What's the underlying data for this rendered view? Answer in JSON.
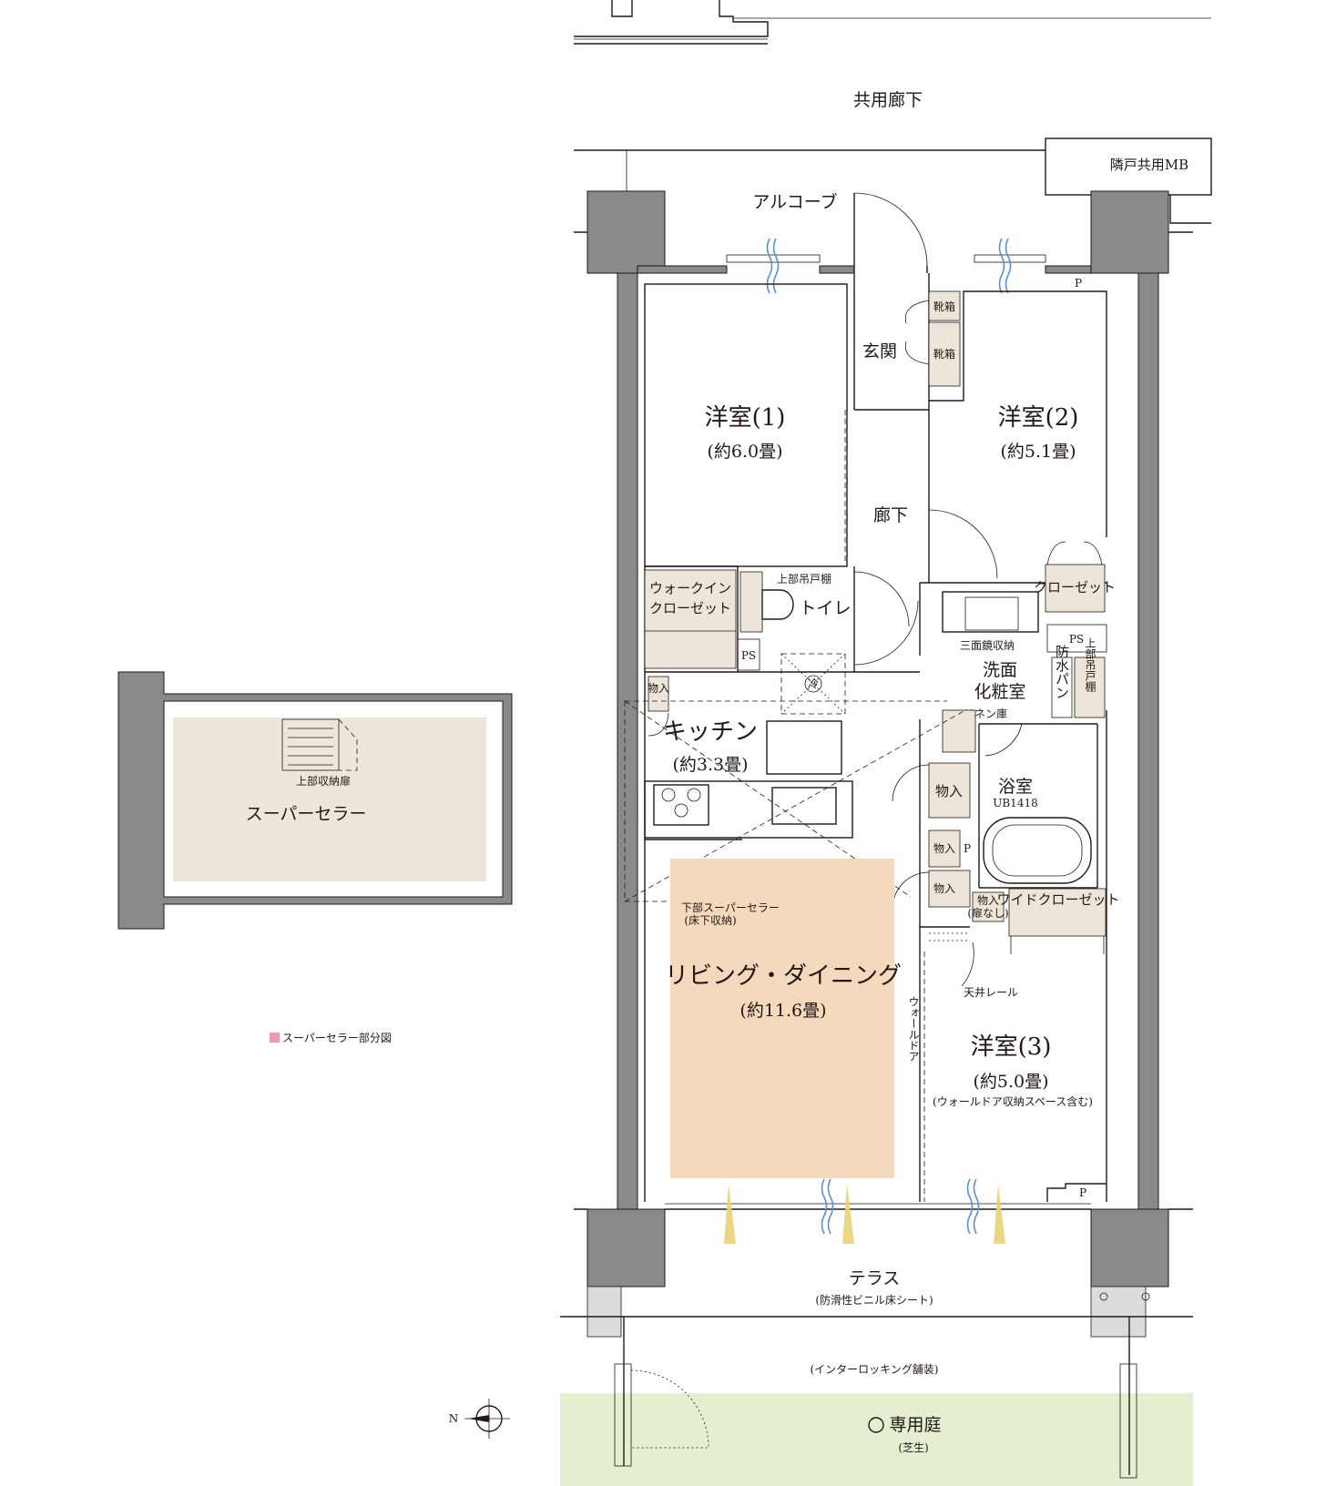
{
  "labels": {
    "corridor_common": "共用廊下",
    "mb_next": "隣戸共用MB",
    "alcove": "アルコーブ",
    "genkan": "玄関",
    "shoe1": "靴箱",
    "shoe2": "靴箱",
    "room1_name": "洋室(1)",
    "room1_size": "(約6.0畳)",
    "room2_name": "洋室(2)",
    "room2_size": "(約5.1畳)",
    "hallway": "廊下",
    "wic_1": "ウォークイン",
    "wic_2": "クローゼット",
    "upper_cabinet": "上部吊戸棚",
    "toilet": "トイレ",
    "ps1": "PS",
    "ps2": "PS",
    "p_top": "P",
    "p_mid": "P",
    "p_bottom": "P",
    "closet2": "クローゼット",
    "mirror_storage": "三面鏡収納",
    "washroom_1": "洗面",
    "washroom_2": "化粧室",
    "waterproof_pan": "防水パン",
    "upper_cabinet_v": "上部吊戸棚",
    "linen": "リネン庫",
    "fridge": "冷",
    "storage_top": "物入",
    "kitchen_name": "キッチン",
    "kitchen_size": "(約3.3畳)",
    "bath_name": "浴室",
    "bath_unit": "UB1418",
    "storage_a": "物入",
    "storage_b": "物入",
    "storage_c": "物入",
    "storage_d_1": "物入",
    "storage_d_2": "(扉なし)",
    "wide_closet": "ワイドクローゼット",
    "ceiling_rail": "天井レール",
    "cellar_note_1": "下部スーパーセラー",
    "cellar_note_2": "(床下収納)",
    "living_name": "リビング・ダイニング",
    "living_size": "(約11.6畳)",
    "wall_door": "ウォールドア",
    "room3_name": "洋室(3)",
    "room3_size": "(約5.0畳)",
    "room3_note": "(ウォールドア収納スペース含む)",
    "terrace_name": "テラス",
    "terrace_note": "(防滑性ビニル床シート)",
    "interlocking": "(インターロッキング舗装)",
    "garden_name": "専用庭",
    "garden_note": "(芝生)",
    "north": "N",
    "cellar_title": "スーパーセラー",
    "cellar_door": "上部収納扉",
    "legend": "スーパーセラー部分図"
  },
  "colors": {
    "living_highlight": "#f4d9bd",
    "storage_fill": "#ece6da",
    "cellar_fill": "#ede7db",
    "garden_fill": "#e3efcf",
    "legend_swatch": "#e79ab9",
    "window_wave": "#5b8fd6",
    "light_beam": "#e8d276",
    "wall_fill": "#8a8a8a"
  }
}
